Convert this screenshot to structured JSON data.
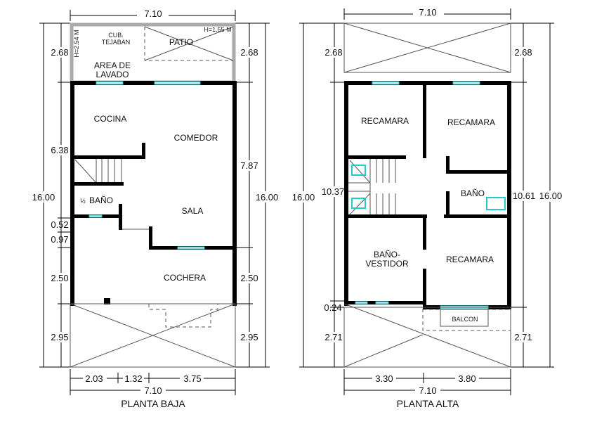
{
  "planta_baja": {
    "title": "PLANTA BAJA",
    "rooms": {
      "cub_line1": "CUB.",
      "cub_line2": "TEJABAN",
      "patio": "PATIO",
      "patio_height": "H=1.55 M",
      "wall_height": "H=2.54 M",
      "lavado_line1": "AREA DE",
      "lavado_line2": "LAVADO",
      "cocina": "COCINA",
      "comedor": "COMEDOR",
      "half": "½",
      "bano": "BAÑO",
      "sala": "SALA",
      "cochera": "COCHERA"
    },
    "dims": {
      "top": "7.10",
      "total_left": "16.00",
      "total_right": "16.00",
      "left": [
        "2.68",
        "6.38",
        "0.52",
        "0.97",
        "2.50",
        "2.95"
      ],
      "right": [
        "2.68",
        "7.87",
        "2.50",
        "2.95"
      ],
      "bottom": [
        "2.03",
        "1.32",
        "3.75"
      ],
      "bottom_total": "7.10"
    }
  },
  "planta_alta": {
    "title": "PLANTA ALTA",
    "rooms": {
      "recamara1": "RECAMARA",
      "recamara2": "RECAMARA",
      "bano": "BAÑO",
      "bano_vestidor_line1": "BAÑO-",
      "bano_vestidor_line2": "VESTIDOR",
      "recamara3": "RECAMARA",
      "balcon": "BALCON"
    },
    "dims": {
      "top": "7.10",
      "total_left": "16.00",
      "total_right": "16.00",
      "left": [
        "2.68",
        "10.37",
        "0.24",
        "2.71"
      ],
      "right": [
        "2.68",
        "10.61",
        "2.71"
      ],
      "bottom": [
        "3.30",
        "3.80"
      ],
      "bottom_total": "7.10"
    }
  }
}
